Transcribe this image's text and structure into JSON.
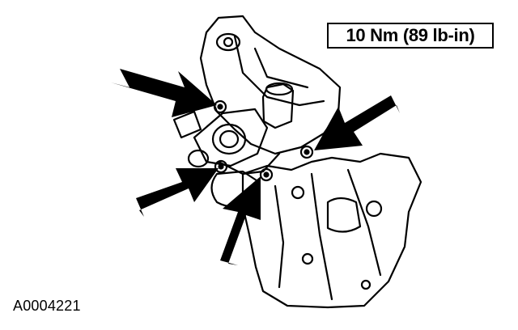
{
  "spec": {
    "torque": "10 Nm (89 lb-in)"
  },
  "figure": {
    "reference_id": "A0004221"
  },
  "callouts": [
    {
      "name": "arrow-upper-left",
      "target": "upper-left-bolt"
    },
    {
      "name": "arrow-right",
      "target": "right-bolt"
    },
    {
      "name": "arrow-lower-left",
      "target": "lower-left-bolt"
    },
    {
      "name": "arrow-bottom",
      "target": "bottom-bolt"
    }
  ],
  "colors": {
    "ink": "#000000",
    "paper": "#ffffff"
  }
}
